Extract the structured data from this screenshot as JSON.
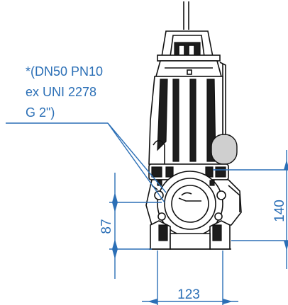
{
  "note": {
    "line1": "*(DN50 PN10",
    "line2": "ex UNI 2278",
    "line3": "G 2\")"
  },
  "dimensions": {
    "height_outlet": "87",
    "height_overall_base": "140",
    "width_base": "123"
  },
  "colors": {
    "dimension": "#2b6fb6",
    "outline": "#111111"
  }
}
